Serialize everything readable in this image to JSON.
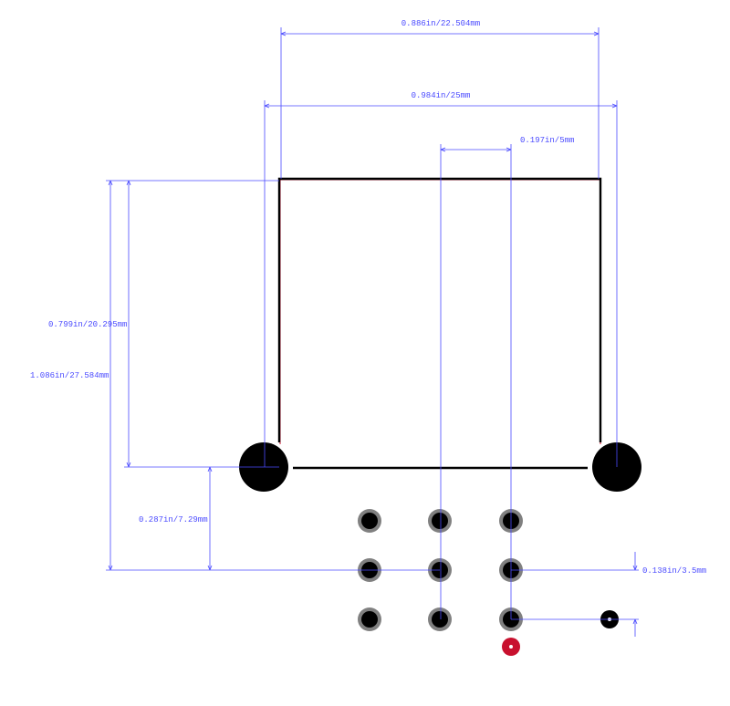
{
  "colors": {
    "dimension": "#4a4aff",
    "outline": "#000000",
    "outline_accent": "#c8102e",
    "mount_hole": "#000000",
    "pad_ring": "#808080",
    "pad_core": "#000000",
    "pin1_marker": "#c8102e",
    "background": "#ffffff"
  },
  "dimensions": {
    "overall_width_inner": "0.886in/22.504mm",
    "overall_width_outer": "0.984in/25mm",
    "pin_pitch": "0.197in/5mm",
    "body_height": "0.799in/20.295mm",
    "overall_height": "1.086in/27.584mm",
    "pad_offset": "0.287in/7.29mm",
    "row_pitch": "0.138in/3.5mm"
  }
}
